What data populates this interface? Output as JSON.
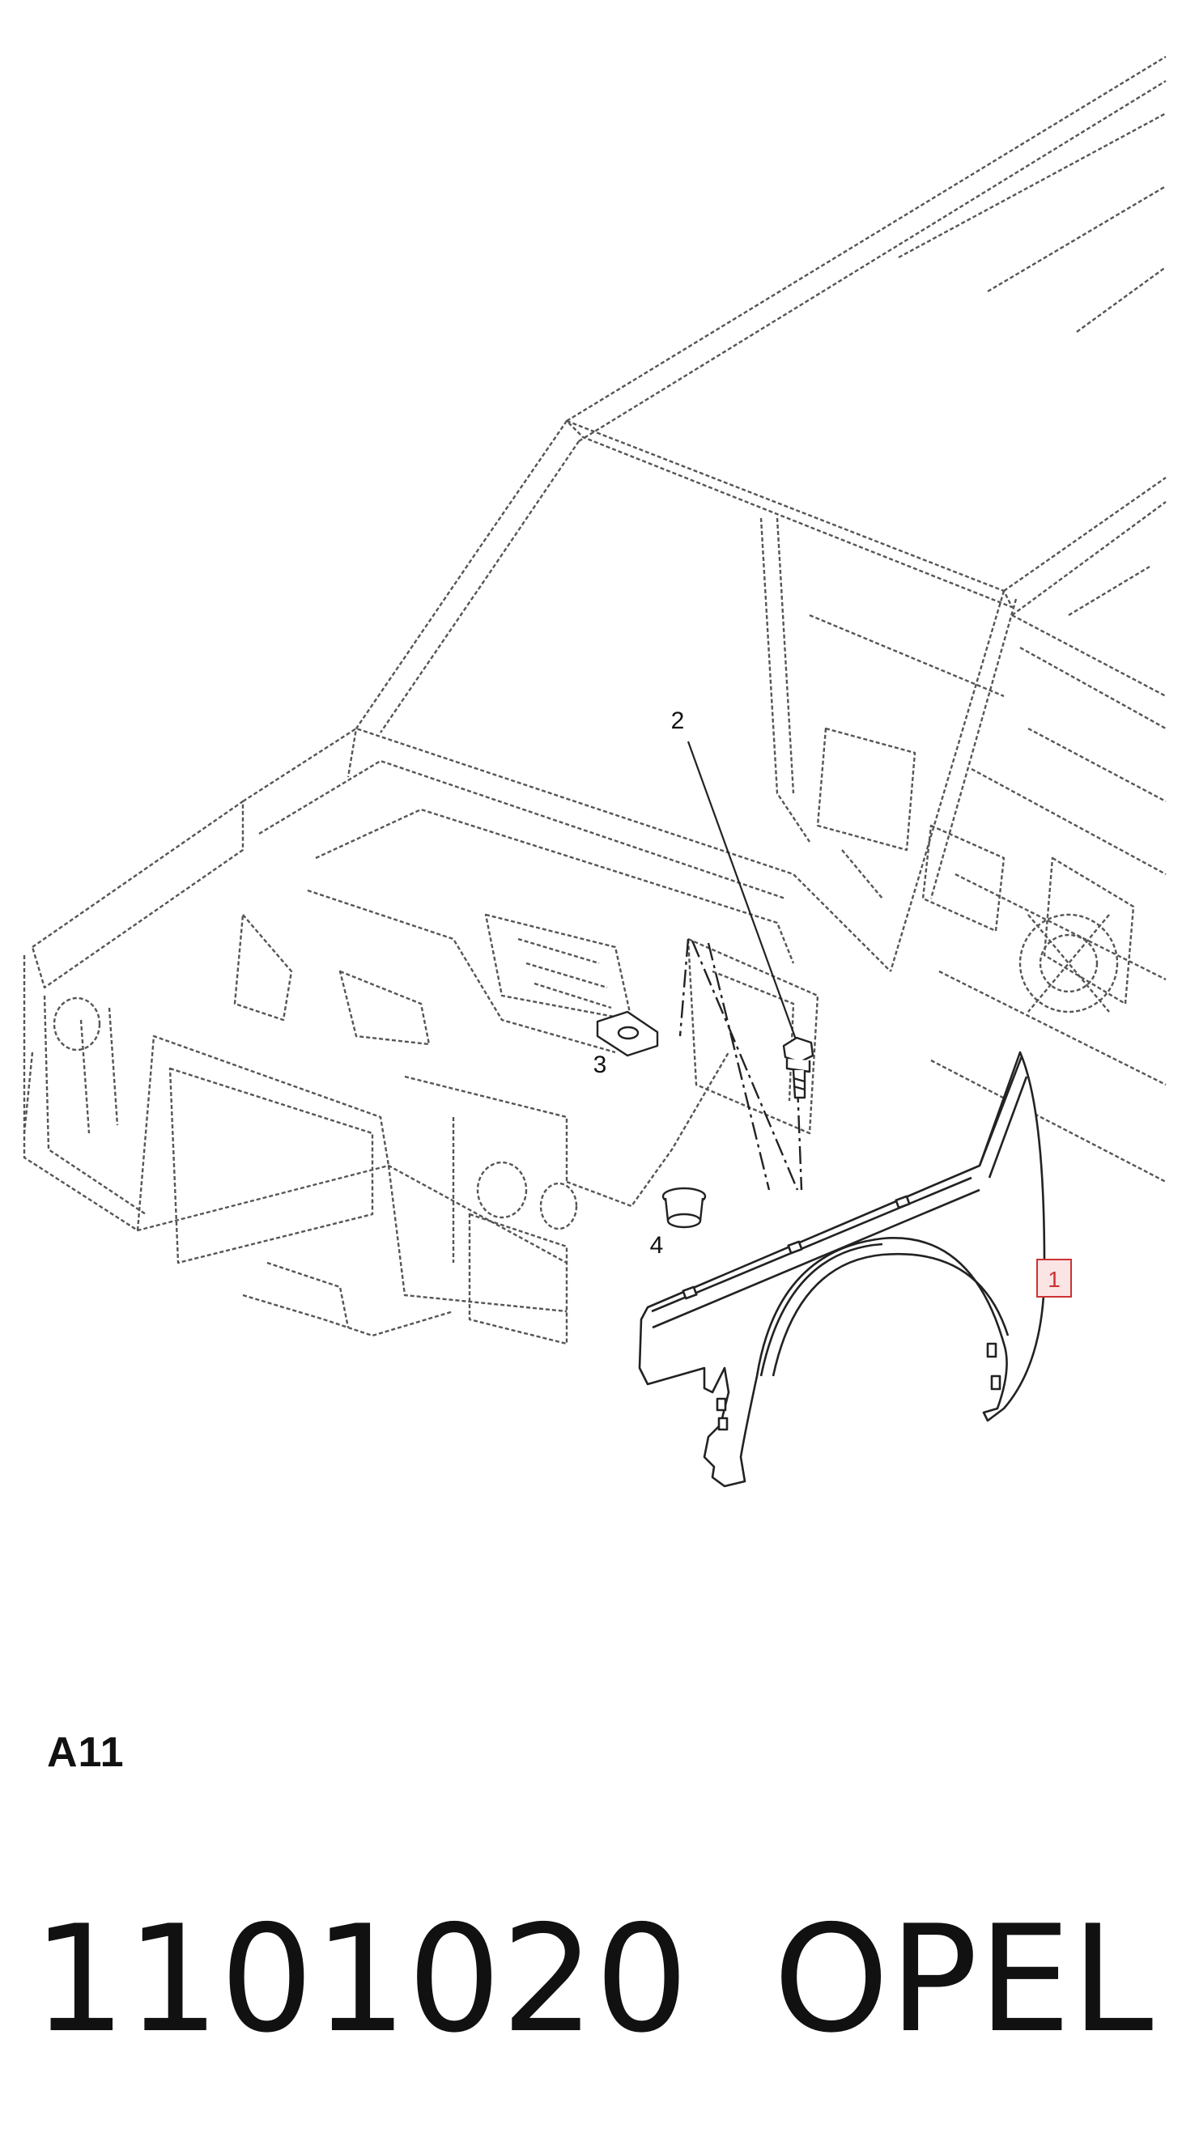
{
  "diagram": {
    "callouts": [
      {
        "label": "1",
        "boxed": true,
        "box_color": "#cc3333"
      },
      {
        "label": "2",
        "boxed": false
      },
      {
        "label": "3",
        "boxed": false
      },
      {
        "label": "4",
        "boxed": false
      }
    ]
  },
  "section_code": "A11",
  "footer": {
    "part_number": "1101020",
    "brand": "OPEL"
  },
  "colors": {
    "line": "#222222",
    "dashed_body": "#555555",
    "callout_box": "#cc3333"
  }
}
